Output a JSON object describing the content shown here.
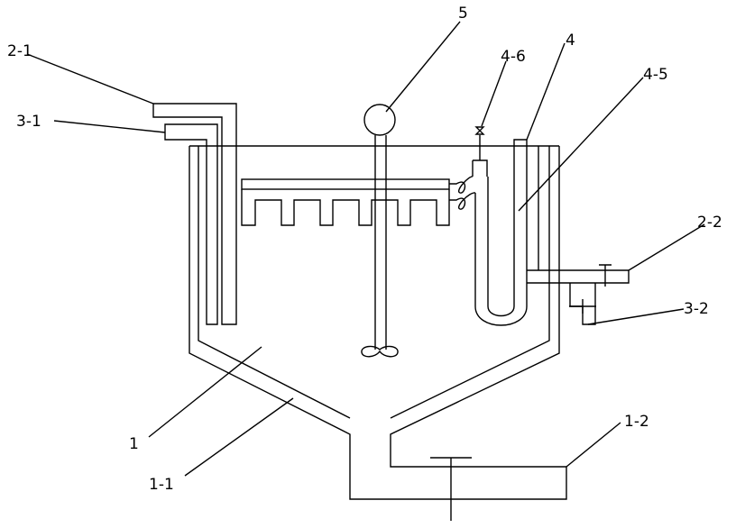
{
  "diagram": {
    "line_color": "#000000",
    "background": "#ffffff",
    "labels": {
      "tank_body": "1",
      "outlet_bottom": "1-1",
      "drain_pipe": "1-2",
      "feed_pipe_top": "2-1",
      "outlet_side": "2-2",
      "feed_pipe_lower": "3-1",
      "side_valve": "3-2",
      "u_tube": "4",
      "u_tube_inner": "4-5",
      "vent_valve": "4-6",
      "motor": "5"
    }
  }
}
